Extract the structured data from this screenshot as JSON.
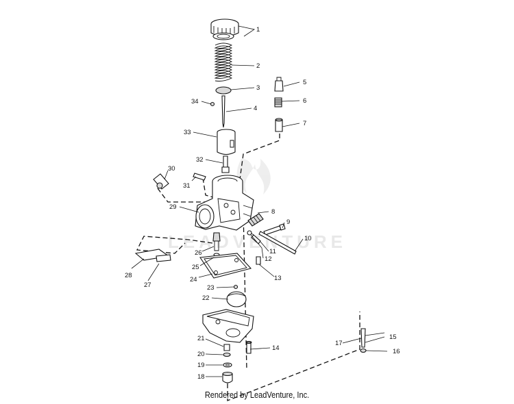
{
  "diagram": {
    "watermark": "LEADVENTURE",
    "footer": "Rendered by LeadVenture, Inc.",
    "callouts": [
      "1",
      "2",
      "3",
      "4",
      "5",
      "6",
      "7",
      "8",
      "9",
      "10",
      "11",
      "12",
      "13",
      "14",
      "15",
      "16",
      "17",
      "18",
      "19",
      "20",
      "21",
      "22",
      "23",
      "24",
      "25",
      "26",
      "27",
      "28",
      "29",
      "30",
      "31",
      "32",
      "33",
      "34"
    ]
  }
}
